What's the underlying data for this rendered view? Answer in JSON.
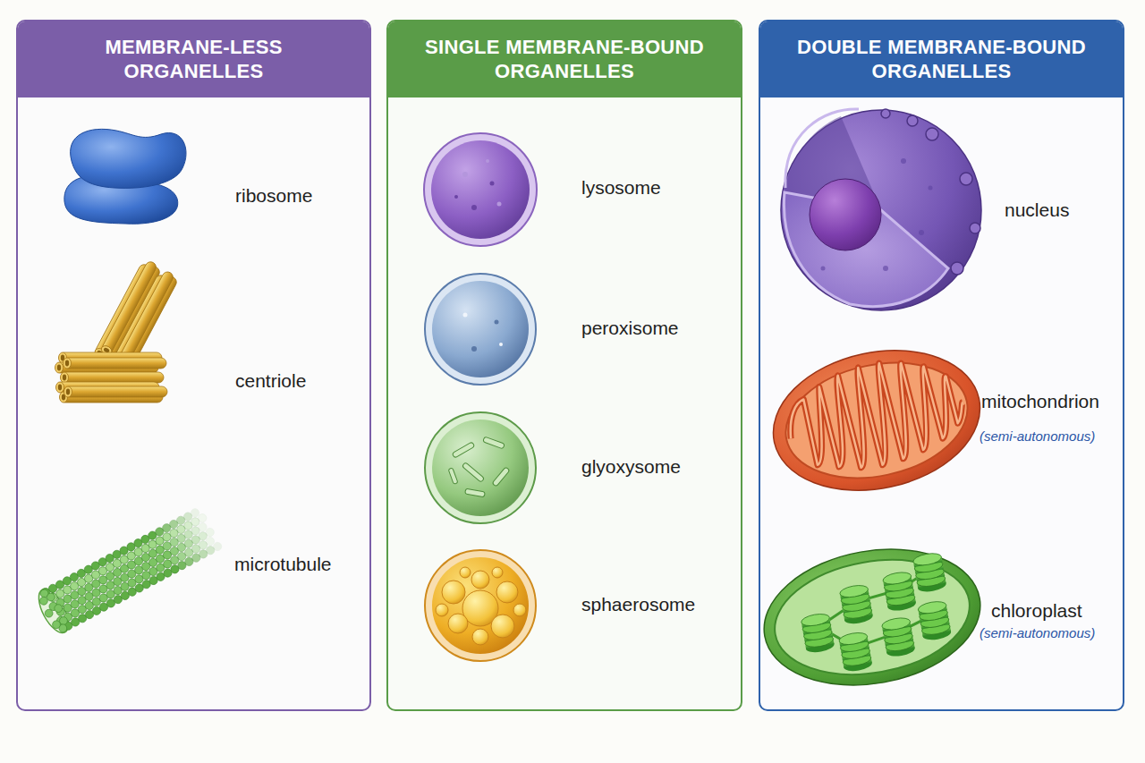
{
  "diagram": {
    "nodes": [
      {
        "text": [
          "MEMBRANE-LESS ORGANELLES"
        ]
      },
      {
        "text": [
          "SINGLE MEMBRANE-BOUND ORGANELLES"
        ]
      },
      {
        "text": [
          "DOUBLE MEMBRANE-BOUND ORGANELLES"
        ]
      }
    ],
    "labels": [
      "ribosome",
      "centriole",
      "microtubule",
      "lysosome",
      "peroxisome",
      "glyoxysome",
      "sphaerosome",
      "nucleus",
      "mitochondrion",
      "(semi-autonomous)",
      "chloroplast",
      "(semi-autonomous)"
    ]
  }
}
